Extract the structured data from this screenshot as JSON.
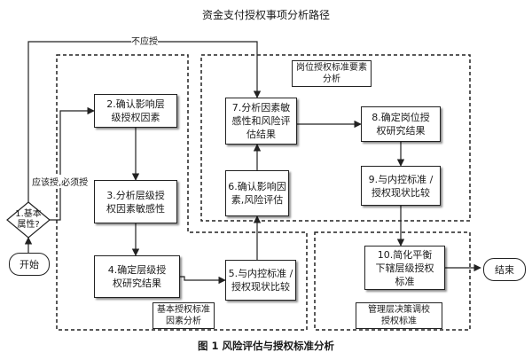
{
  "title": "资金支付授权事项分析路径",
  "caption": "图 1   风险评估与授权标准分析",
  "regions": {
    "basic": "基本授权标准\n因素分析",
    "position": "岗位授权标准要素\n分析",
    "management": "管理层决策调校\n授权标准"
  },
  "nodes": {
    "start": "开始",
    "decision": "1.基本\n属性?",
    "n2": "2.确认影响层\n级授权因素",
    "n3": "3.分析层级授\n权因素敏感性",
    "n4": "4.确定层级授\n权研究结果",
    "n5": "5.与内控标准 /\n授权现状比较",
    "n6": "6.确认影响因\n素,风险评估",
    "n7": "7.分析因素敏\n感性和风险评\n估结果",
    "n8": "8.确定岗位授\n权研究结果",
    "n9": "9.与内控标准 /\n授权现状比较",
    "n10": "10.简化平衡\n下辖层级授权\n标准",
    "end": "结束"
  },
  "edge_labels": {
    "no_auth": "不应授",
    "should_auth": "应该授,必须授"
  }
}
